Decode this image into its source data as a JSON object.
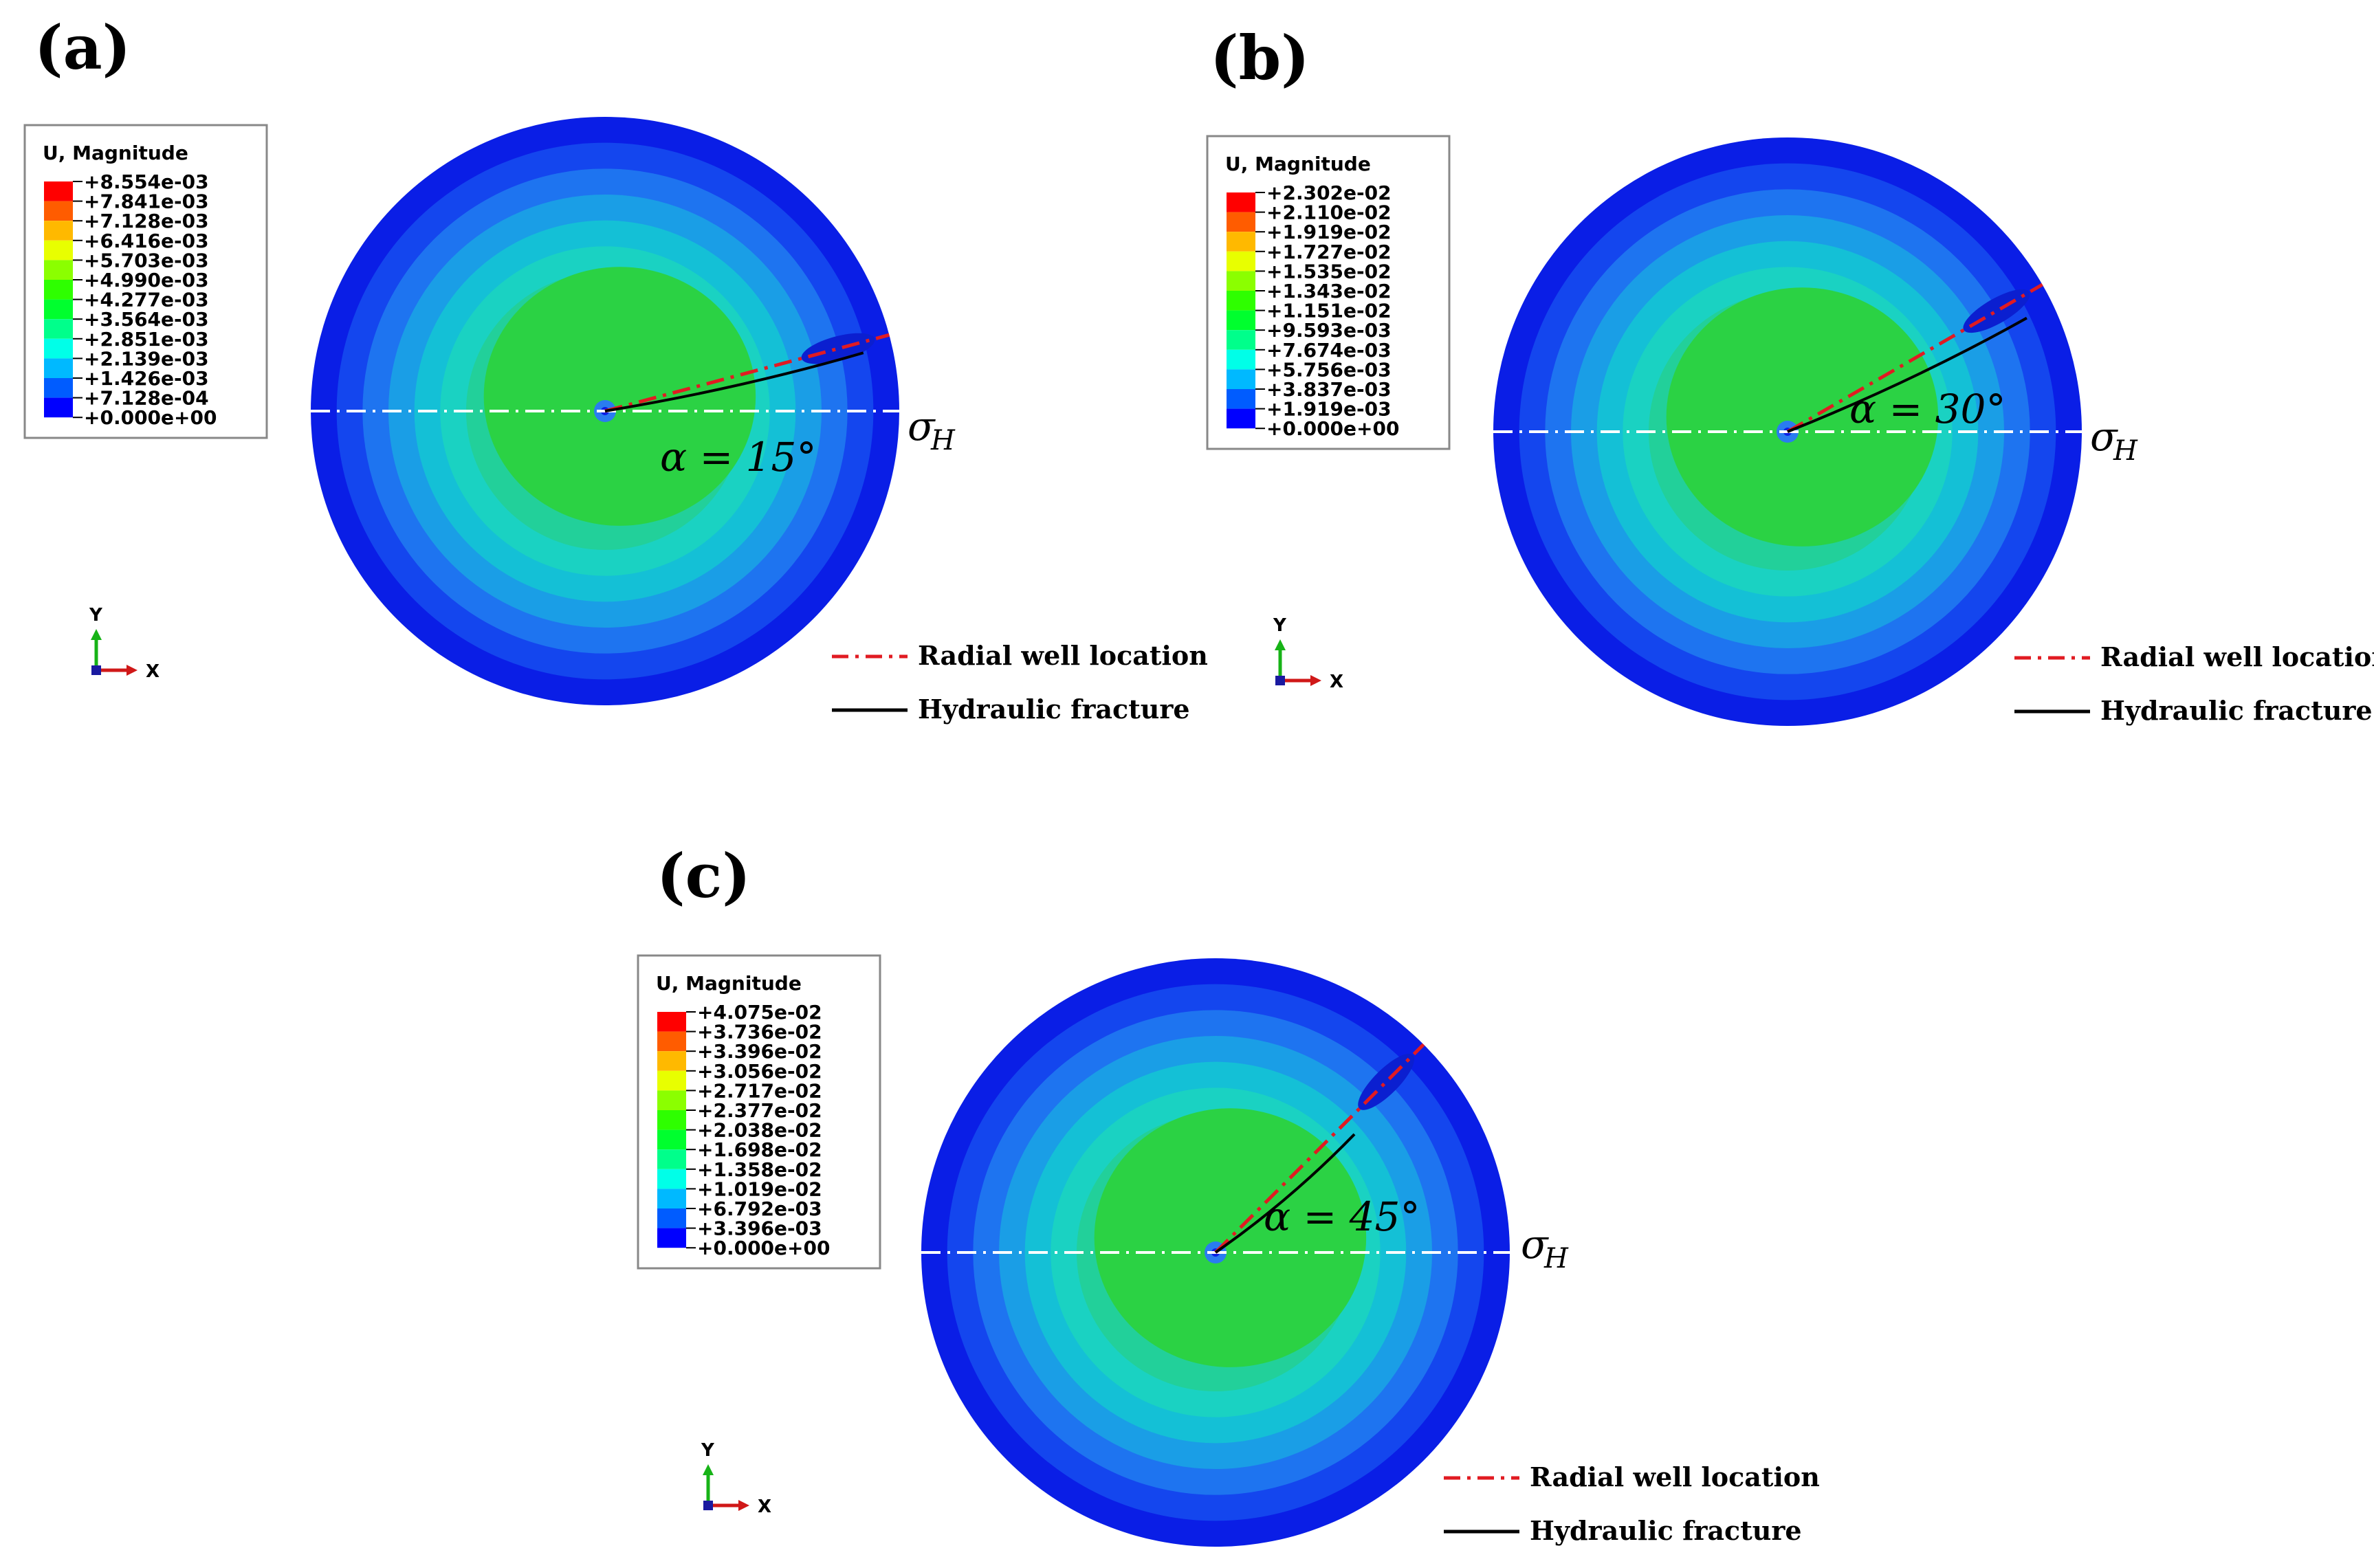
{
  "colors": {
    "scale": [
      "#0000ff",
      "#005cff",
      "#00b9ff",
      "#00ffe8",
      "#00ff8b",
      "#00ff2e",
      "#2eff00",
      "#8bff00",
      "#e8ff00",
      "#ffb900",
      "#ff5c00",
      "#ff0000"
    ],
    "contour_rings": [
      "#0a1ee6",
      "#1446ee",
      "#1e74f0",
      "#1a9ee6",
      "#14c0d6",
      "#1ad2c2",
      "#22d09a"
    ],
    "inner_green": "#2bd244",
    "well_line": "#e11b22",
    "fracture_line": "#000000",
    "sigma_line": "#ffffff"
  },
  "panels": [
    {
      "label": "(a)",
      "legend_title": "U, Magnitude",
      "legend_values": [
        "+8.554e-03",
        "+7.841e-03",
        "+7.128e-03",
        "+6.416e-03",
        "+5.703e-03",
        "+4.990e-03",
        "+4.277e-03",
        "+3.564e-03",
        "+2.851e-03",
        "+2.139e-03",
        "+1.426e-03",
        "+7.128e-04",
        "+0.000e+00"
      ],
      "angle_text": "α = 15°",
      "angle_deg": 15,
      "sigma_symbol": "σ",
      "sigma_sub": "H",
      "axis_y": "Y",
      "axis_x": "X",
      "key_well": "Radial well location",
      "key_fracture": "Hydraulic fracture"
    },
    {
      "label": "(b)",
      "legend_title": "U, Magnitude",
      "legend_values": [
        "+2.302e-02",
        "+2.110e-02",
        "+1.919e-02",
        "+1.727e-02",
        "+1.535e-02",
        "+1.343e-02",
        "+1.151e-02",
        "+9.593e-03",
        "+7.674e-03",
        "+5.756e-03",
        "+3.837e-03",
        "+1.919e-03",
        "+0.000e+00"
      ],
      "angle_text": "α = 30°",
      "angle_deg": 30,
      "sigma_symbol": "σ",
      "sigma_sub": "H",
      "axis_y": "Y",
      "axis_x": "X",
      "key_well": "Radial well location",
      "key_fracture": "Hydraulic fracture"
    },
    {
      "label": "(c)",
      "legend_title": "U, Magnitude",
      "legend_values": [
        "+4.075e-02",
        "+3.736e-02",
        "+3.396e-02",
        "+3.056e-02",
        "+2.717e-02",
        "+2.377e-02",
        "+2.038e-02",
        "+1.698e-02",
        "+1.358e-02",
        "+1.019e-02",
        "+6.792e-03",
        "+3.396e-03",
        "+0.000e+00"
      ],
      "angle_text": "α = 45°",
      "angle_deg": 45,
      "sigma_symbol": "σ",
      "sigma_sub": "H",
      "axis_y": "Y",
      "axis_x": "X",
      "key_well": "Radial well location",
      "key_fracture": "Hydraulic fracture"
    }
  ]
}
